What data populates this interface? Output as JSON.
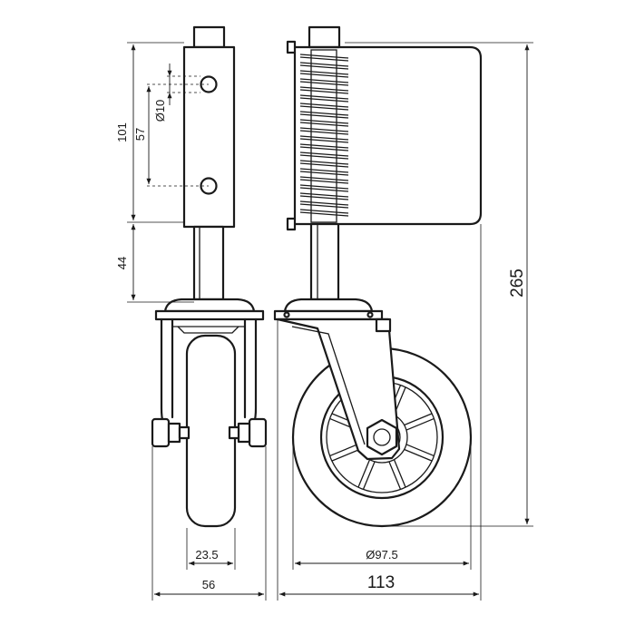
{
  "dimensions": {
    "overall_height": "265",
    "holder_height": "101",
    "hole_spacing": "57",
    "hole_diameter": "Ø10",
    "stem_length": "44",
    "wheel_width": "23.5",
    "wheel_diameter": "Ø97.5",
    "side_width": "56",
    "overall_width": "113"
  }
}
